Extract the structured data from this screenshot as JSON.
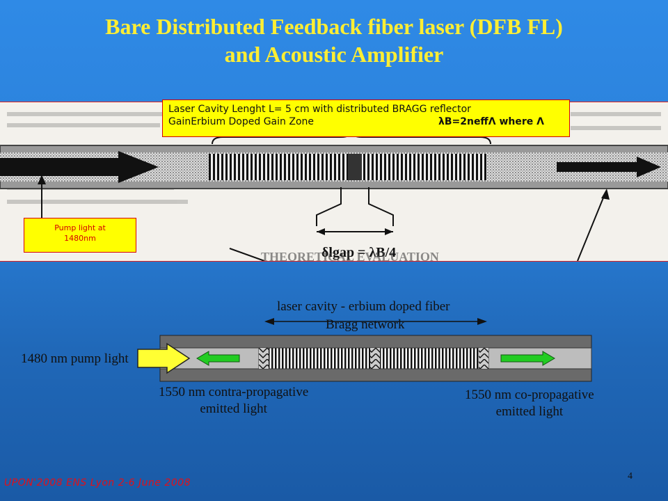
{
  "title": {
    "line1": "Bare Distributed Feedback fiber laser (DFB FL)",
    "line2": "and  Acoustic Amplifier"
  },
  "photo": {
    "callout_cavity": {
      "line1": "Laser Cavity Lenght L= 5 cm with distributed BRAGG reflector",
      "line2": "GainErbium Doped Gain Zone",
      "formula": "λB=2neffΛ where Λ"
    },
    "callout_pump": {
      "line1": "Pump light at",
      "line2": "1480nm"
    },
    "period_label": "δlgap = λB/4",
    "background_text": "THEORETICAL EVALUATION"
  },
  "diagram": {
    "cavity_label": "laser cavity - erbium doped fiber",
    "bragg_label": "Bragg network",
    "pump_label": "1480 nm pump light",
    "contra_label_line1": "1550 nm contra-propagative",
    "contra_label_line2": "emitted light",
    "co_label_line1": "1550 nm co-propagative",
    "co_label_line2": "emitted light"
  },
  "footer": "UPON'2008 ENS Lyon 2-6 June 2008",
  "page_number": "4",
  "colors": {
    "title": "#ffee33",
    "callout_fill": "#ffff00",
    "callout_border": "#d40000",
    "pump_arrow": "#ffff33",
    "emission_arrow": "#22cc22"
  }
}
